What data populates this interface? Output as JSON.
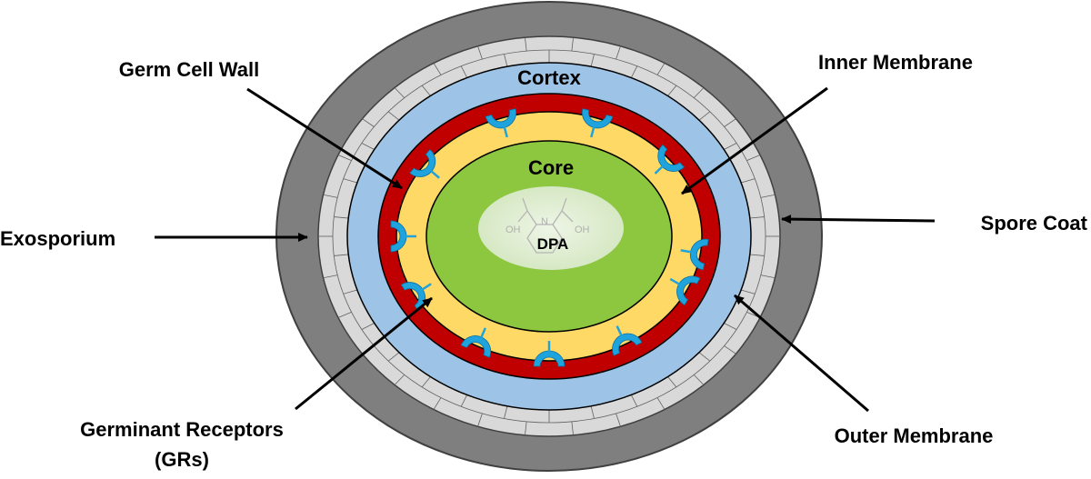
{
  "labels": {
    "germ_cell_wall": "Germ Cell Wall",
    "cortex": "Cortex",
    "inner_membrane": "Inner Membrane",
    "core": "Core",
    "exosporium": "Exosporium",
    "spore_coat": "Spore Coat",
    "dpa": "DPA",
    "germinant_receptors_line1": "Germinant Receptors",
    "germinant_receptors_line2": "(GRs)",
    "outer_membrane": "Outer Membrane"
  },
  "structure_chem_text": {
    "n": "N",
    "oh_left": "OH",
    "oh_right": "OH"
  },
  "colors": {
    "exosporium": "#7f7f7f",
    "spore_coat": "#d9d9d9",
    "cortex": "#9dc3e6",
    "germ_cell_wall": "#c00000",
    "inner_membrane_zone": "#ffd966",
    "core": "#8dc63f",
    "dpa_center": "#e2efda",
    "receptor": "#1fa3dc",
    "arrow": "#000000"
  },
  "receptor_count": 11
}
